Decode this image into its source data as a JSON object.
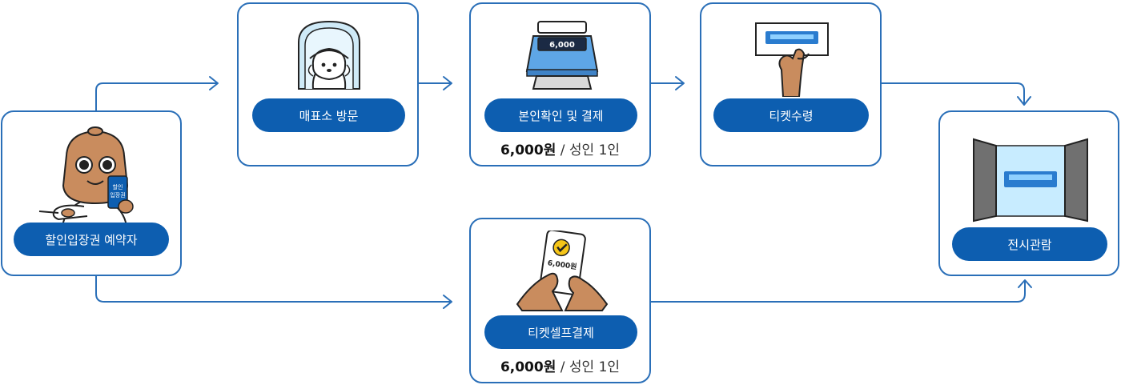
{
  "start": {
    "label": "할인입장권 예약자",
    "card_text": [
      "할인",
      "입장권"
    ]
  },
  "steps": {
    "visit": {
      "label": "매표소 방문"
    },
    "verify_pay": {
      "label": "본인확인 및 결제",
      "price": "6,000원",
      "price_note": "/ 성인 1인",
      "machine_display": "6,000"
    },
    "receive": {
      "label": "티켓수령"
    },
    "self_pay": {
      "label": "티켓셀프결제",
      "price": "6,000원",
      "price_note": "/ 성인 1인",
      "card_amount": "6,000원"
    },
    "view": {
      "label": "전시관람"
    }
  },
  "colors": {
    "border": "#2a6fb8",
    "pill": "#0d5eb0",
    "arrow": "#2a6fb8"
  },
  "icons": [
    "booker-character-icon",
    "ticket-booth-icon",
    "card-terminal-icon",
    "ticket-in-hand-icon",
    "self-payment-card-icon",
    "exhibition-door-icon"
  ]
}
